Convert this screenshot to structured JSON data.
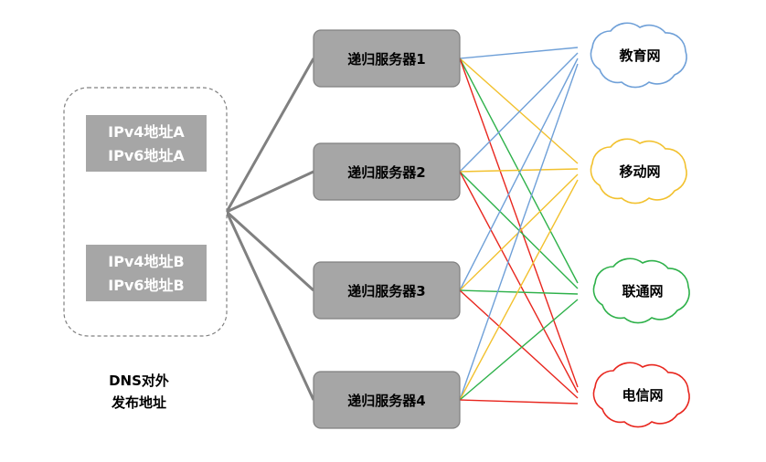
{
  "dns_group": {
    "address_boxes": [
      {
        "lines": [
          "IPv4地址A",
          "IPv6地址A"
        ]
      },
      {
        "lines": [
          "IPv4地址B",
          "IPv6地址B"
        ]
      }
    ],
    "caption_lines": [
      "DNS对外",
      "发布地址"
    ]
  },
  "servers": [
    {
      "label": "递归服务器1"
    },
    {
      "label": "递归服务器2"
    },
    {
      "label": "递归服务器3"
    },
    {
      "label": "递归服务器4"
    }
  ],
  "networks": [
    {
      "label": "教育网",
      "color": "#6fa0d8"
    },
    {
      "label": "移动网",
      "color": "#f2c12e"
    },
    {
      "label": "联通网",
      "color": "#2eb14a"
    },
    {
      "label": "电信网",
      "color": "#e8261e"
    }
  ],
  "colors": {
    "address_box_fill": "#a6a6a6",
    "server_fill": "#a6a6a6",
    "server_stroke": "#7f7f7f",
    "trunk_line": "#808080",
    "group_border": "#808080"
  }
}
